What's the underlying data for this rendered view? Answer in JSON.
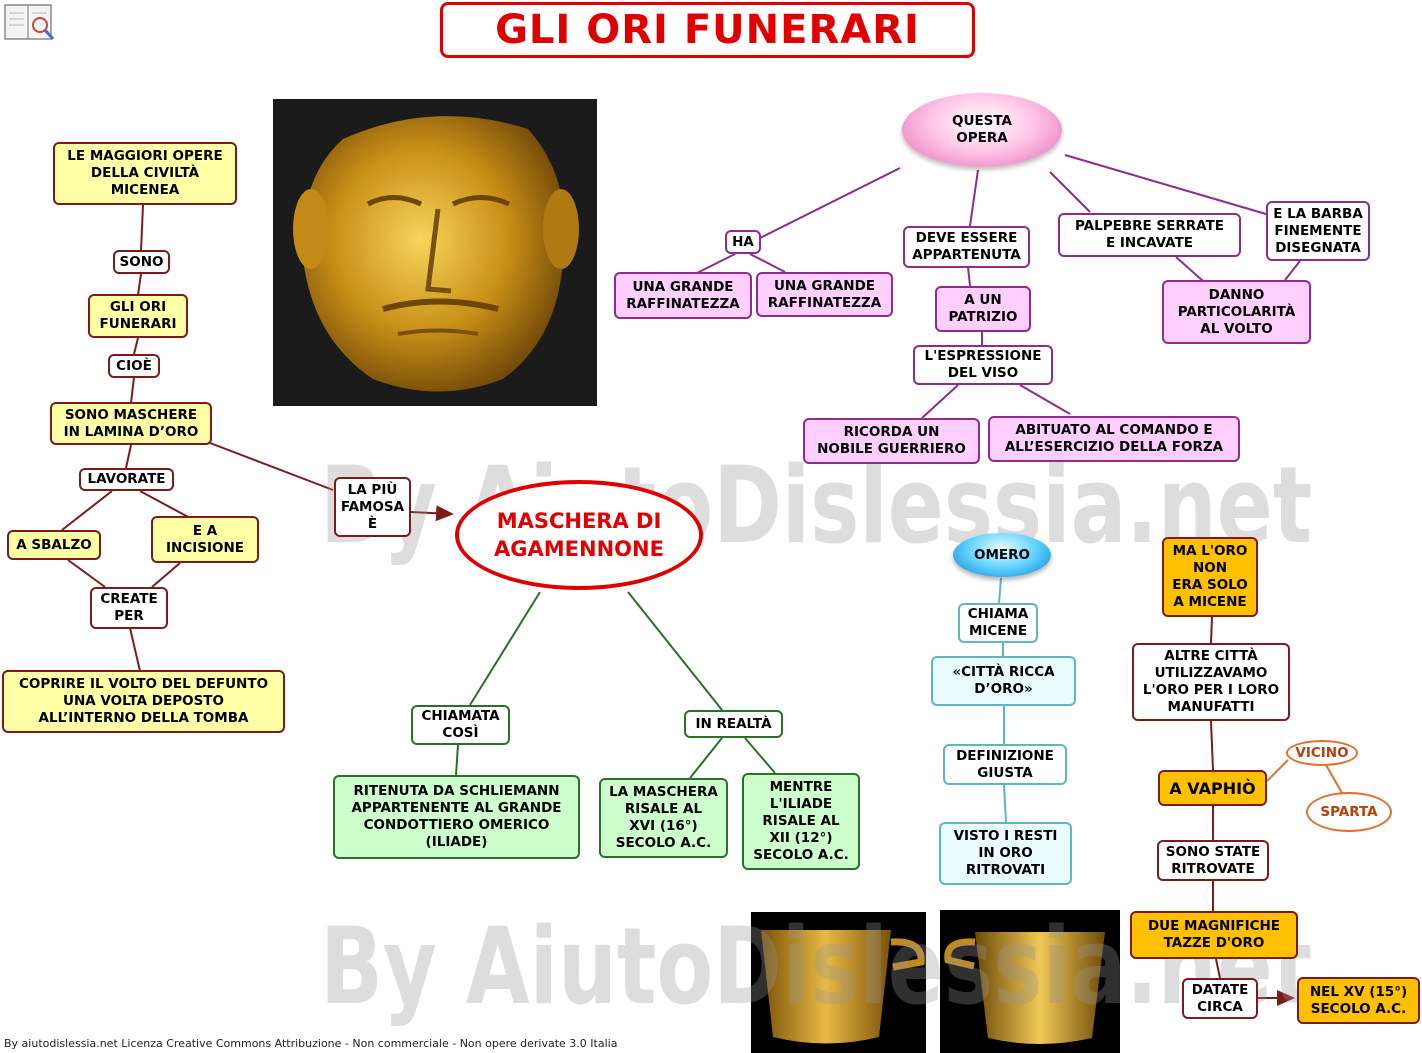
{
  "title": "GLI ORI FUNERARI",
  "center": "MASCHERA DI\nAGAMENNONE",
  "left": {
    "opere": "LE MAGGIORI OPERE\nDELLA CIVILTÀ\nMICENEA",
    "sono": "SONO",
    "ori": "GLI ORI\nFUNERARI",
    "cioe": "CIOÈ",
    "maschere": "SONO MASCHERE\nIN LAMINA D’ORO",
    "lavorate": "LAVORATE",
    "sbalzo": "A SBALZO",
    "incisione": "E A\nINCISIONE",
    "create": "CREATE\nPER",
    "coprire": "COPRIRE IL VOLTO DEL DEFUNTO\nUNA VOLTA DEPOSTO\nALL’INTERNO DELLA TOMBA",
    "famosa": "LA PIÙ\nFAMOSA\nÈ"
  },
  "opera": {
    "bubble": "QUESTA\nOPERA",
    "ha": "HA",
    "raff1": "UNA GRANDE\nRAFFINATEZZA",
    "raff2": "UNA GRANDE\nRAFFINATEZZA",
    "deve": "DEVE ESSERE\nAPPARTENUTA",
    "patrizio": "A UN\nPATRIZIO",
    "espressione": "L'ESPRESSIONE\nDEL VISO",
    "ricorda": "RICORDA UN\nNOBILE GUERRIERO",
    "abituato": "ABITUATO AL COMANDO E\nALL’ESERCIZIO DELLA FORZA",
    "palpebre": "PALPEBRE  SERRATE\nE   INCAVATE",
    "barba": "E LA BARBA\nFINEMENTE\nDISEGNATA",
    "danno": "DANNO\nPARTICOLARITÀ\nAL VOLTO"
  },
  "bottom": {
    "chiamata": "CHIAMATA\nCOSÌ",
    "ritenuta": "RITENUTA DA SCHLIEMANN\nAPPARTENENTE AL GRANDE\nCONDOTTIERO OMERICO\n(ILIADE)",
    "realta": "IN REALTÀ",
    "risale": "LA MASCHERA\nRISALE AL\nXVI (16°)\nSECOLO A.C.",
    "mentre": "MENTRE\nL'ILIADE\nRISALE AL\nXII (12°)\nSECOLO A.C."
  },
  "omero": {
    "bubble": "OMERO",
    "chiama": "CHIAMA\nMICENE",
    "citta": "«CITTÀ  RICCA\nD’ORO»",
    "definizione": "DEFINIZIONE\nGIUSTA",
    "visto": "VISTO I RESTI\nIN ORO\nRITROVATI"
  },
  "oro": {
    "ma": "MA L'ORO\nNON\nERA SOLO\nA MICENE",
    "altre": "ALTRE CITTÀ\nUTILIZZAVAMO\nL'ORO PER I LORO\nMANUFATTI",
    "vaphio": "A VAPHIÒ",
    "vicino": "VICINO",
    "sparta": "SPARTA",
    "ritrovate": "SONO STATE\nRITROVATE",
    "tazze": "DUE MAGNIFICHE\nTAZZE D'ORO",
    "datate": "DATATE\nCIRCA",
    "nel": "NEL XV (15°)\nSECOLO A.C."
  },
  "watermark": "By AiutoDislessia.net",
  "footer": "By aiutodislessia.net Licenza Creative Commons Attribuzione - Non commerciale - Non opere derivate 3.0 Italia",
  "colors": {
    "title_red": "#e00000",
    "brown": "#7d1a1a",
    "purple": "#8f2a8f",
    "green": "#2a6f2a",
    "cyan": "#5fb6c0",
    "orange": "#e66e2d"
  }
}
